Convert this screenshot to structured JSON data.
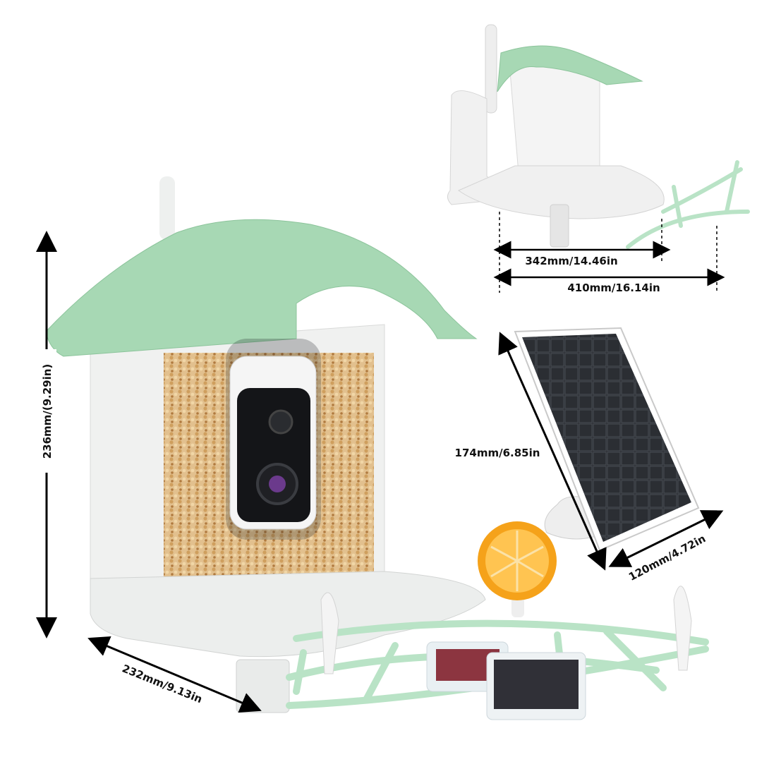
{
  "dimensions": {
    "feeder_height": "236mm/(9.29in)",
    "feeder_width": "232mm/9.13in",
    "top_inner_width": "342mm/14.46in",
    "top_outer_width": "410mm/16.14in",
    "panel_height": "174mm/6.85in",
    "panel_width": "120mm/4.72in"
  },
  "colors": {
    "roof_green": "#a7d8b4",
    "body_white": "#f2f2f2",
    "seed": "#d9b27a",
    "panel_dark": "#26282c",
    "orange": "#f5a21a",
    "perch_green": "#b9e3c6"
  }
}
